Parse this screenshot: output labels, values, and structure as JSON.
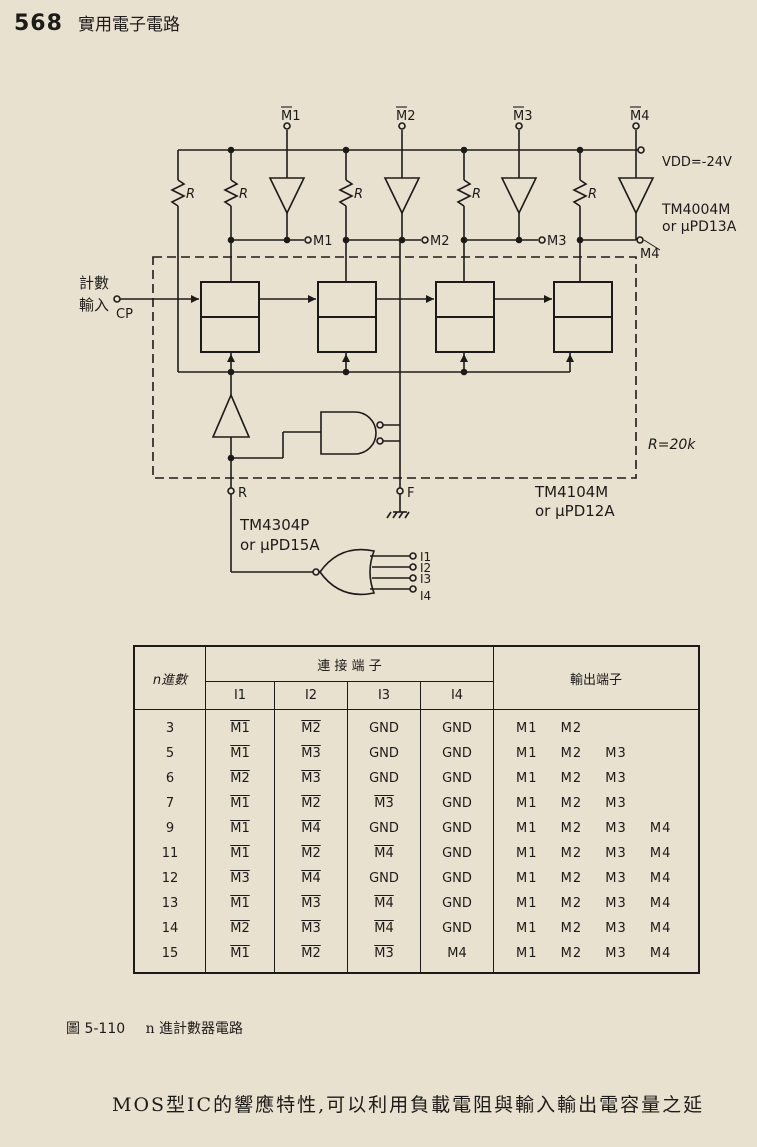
{
  "header": {
    "page_number": "568",
    "running_title": "實用電子電路"
  },
  "circuit": {
    "m_bar": [
      "M1",
      "M2",
      "M3",
      "M4"
    ],
    "m_out": [
      "M1",
      "M2",
      "M3",
      "M4"
    ],
    "resistor_label": "R",
    "vdd": "VDD=-24V",
    "buffer_ic": [
      "TM4004M",
      "or μPD13A"
    ],
    "counter_ic": [
      "TM4104M",
      "or μPD12A"
    ],
    "gate_ic": [
      "TM4304P",
      "or μPD15A"
    ],
    "count_input": [
      "計數",
      "輸入"
    ],
    "cp": "CP",
    "r_value": "R=20k",
    "reset": "R",
    "f": "F",
    "gate_inputs": [
      "I1",
      "I2",
      "I3",
      "I4"
    ]
  },
  "table": {
    "col_n": "n進數",
    "connect_header": "連 接 端 子",
    "output_header": "輸出端子",
    "inputs": [
      "I1",
      "I2",
      "I3",
      "I4"
    ],
    "rows": [
      {
        "n": "3",
        "i1": "M1",
        "i1_bar": true,
        "i2": "M2",
        "i2_bar": true,
        "i3": "GND",
        "i3_bar": false,
        "i4": "GND",
        "i4_bar": false,
        "out": "M1 M2"
      },
      {
        "n": "5",
        "i1": "M1",
        "i1_bar": true,
        "i2": "M3",
        "i2_bar": true,
        "i3": "GND",
        "i3_bar": false,
        "i4": "GND",
        "i4_bar": false,
        "out": "M1 M2 M3"
      },
      {
        "n": "6",
        "i1": "M2",
        "i1_bar": true,
        "i2": "M3",
        "i2_bar": true,
        "i3": "GND",
        "i3_bar": false,
        "i4": "GND",
        "i4_bar": false,
        "out": "M1 M2 M3"
      },
      {
        "n": "7",
        "i1": "M1",
        "i1_bar": true,
        "i2": "M2",
        "i2_bar": true,
        "i3": "M3",
        "i3_bar": true,
        "i4": "GND",
        "i4_bar": false,
        "out": "M1 M2 M3"
      },
      {
        "n": "9",
        "i1": "M1",
        "i1_bar": true,
        "i2": "M4",
        "i2_bar": true,
        "i3": "GND",
        "i3_bar": false,
        "i4": "GND",
        "i4_bar": false,
        "out": "M1 M2 M3 M4"
      },
      {
        "n": "11",
        "i1": "M1",
        "i1_bar": true,
        "i2": "M2",
        "i2_bar": true,
        "i3": "M4",
        "i3_bar": true,
        "i4": "GND",
        "i4_bar": false,
        "out": "M1 M2 M3 M4"
      },
      {
        "n": "12",
        "i1": "M3",
        "i1_bar": true,
        "i2": "M4",
        "i2_bar": true,
        "i3": "GND",
        "i3_bar": false,
        "i4": "GND",
        "i4_bar": false,
        "out": "M1 M2 M3 M4"
      },
      {
        "n": "13",
        "i1": "M1",
        "i1_bar": true,
        "i2": "M3",
        "i2_bar": true,
        "i3": "M4",
        "i3_bar": true,
        "i4": "GND",
        "i4_bar": false,
        "out": "M1 M2 M3 M4"
      },
      {
        "n": "14",
        "i1": "M2",
        "i1_bar": true,
        "i2": "M3",
        "i2_bar": true,
        "i3": "M4",
        "i3_bar": true,
        "i4": "GND",
        "i4_bar": false,
        "out": "M1 M2 M3 M4"
      },
      {
        "n": "15",
        "i1": "M1",
        "i1_bar": true,
        "i2": "M2",
        "i2_bar": true,
        "i3": "M3",
        "i3_bar": true,
        "i4": "M4",
        "i4_bar": false,
        "out": "M1 M2 M3 M4"
      }
    ]
  },
  "caption": {
    "id": "圖 5-110",
    "text": "n 進計數器電路"
  },
  "body_text": "MOS型IC的響應特性,可以利用負載電阻與輸入輸出電容量之延"
}
